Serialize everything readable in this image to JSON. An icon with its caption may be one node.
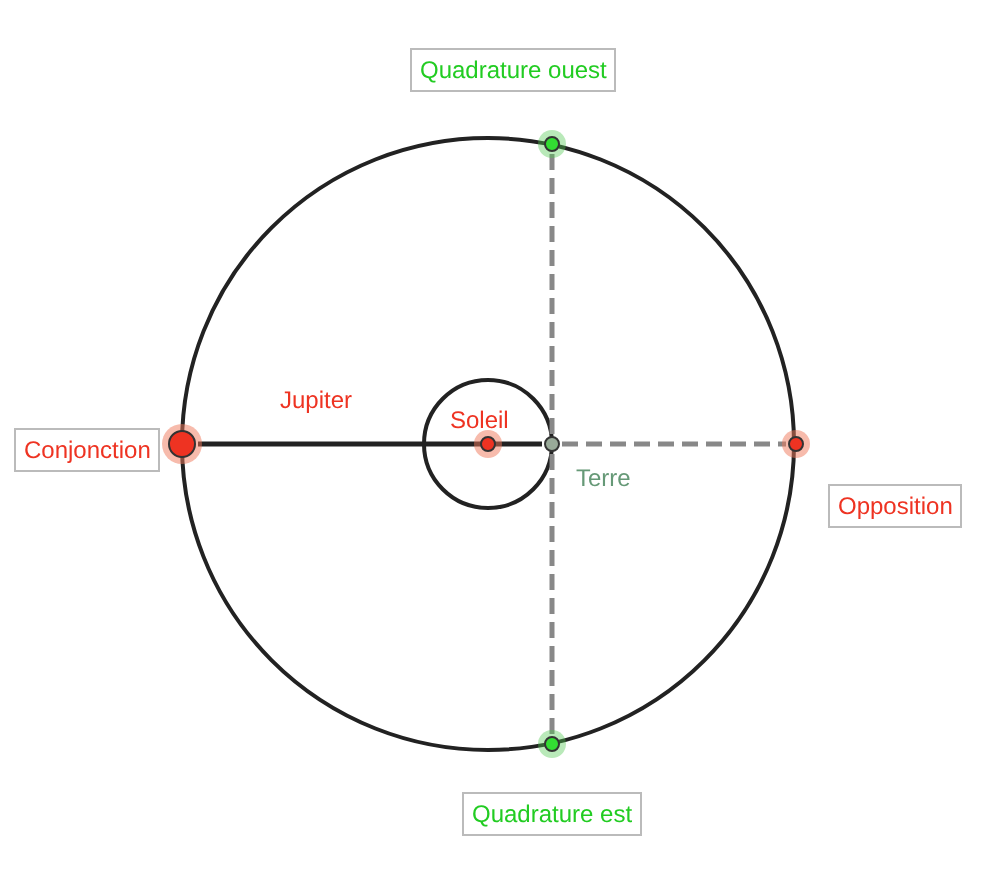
{
  "diagram": {
    "nodes": [
      {
        "text": [],
        "shape": "circle",
        "beside": [
          "Quadrature ouest"
        ]
      },
      {
        "text": [],
        "shape": "circle",
        "beside": [
          "Conjonction"
        ]
      },
      {
        "text": [],
        "shape": "circle",
        "beside": [
          "Soleil"
        ]
      },
      {
        "text": [],
        "shape": "circle",
        "beside": [
          "Terre"
        ]
      },
      {
        "text": [],
        "shape": "circle",
        "beside": [
          "Opposition"
        ]
      },
      {
        "text": [],
        "shape": "circle",
        "beside": [
          "Quadrature est"
        ]
      }
    ],
    "edges": [
      {
        "from": 1,
        "to": 3,
        "arrow": "none",
        "color": "#222222"
      },
      {
        "from": 3,
        "to": 4,
        "arrow": "none",
        "style": "dashed"
      },
      {
        "from": 3,
        "to": 0,
        "arrow": "none",
        "style": "dashed"
      },
      {
        "from": 3,
        "to": 5,
        "arrow": "none",
        "style": "dashed"
      }
    ],
    "labels": [
      "Jupiter"
    ]
  }
}
